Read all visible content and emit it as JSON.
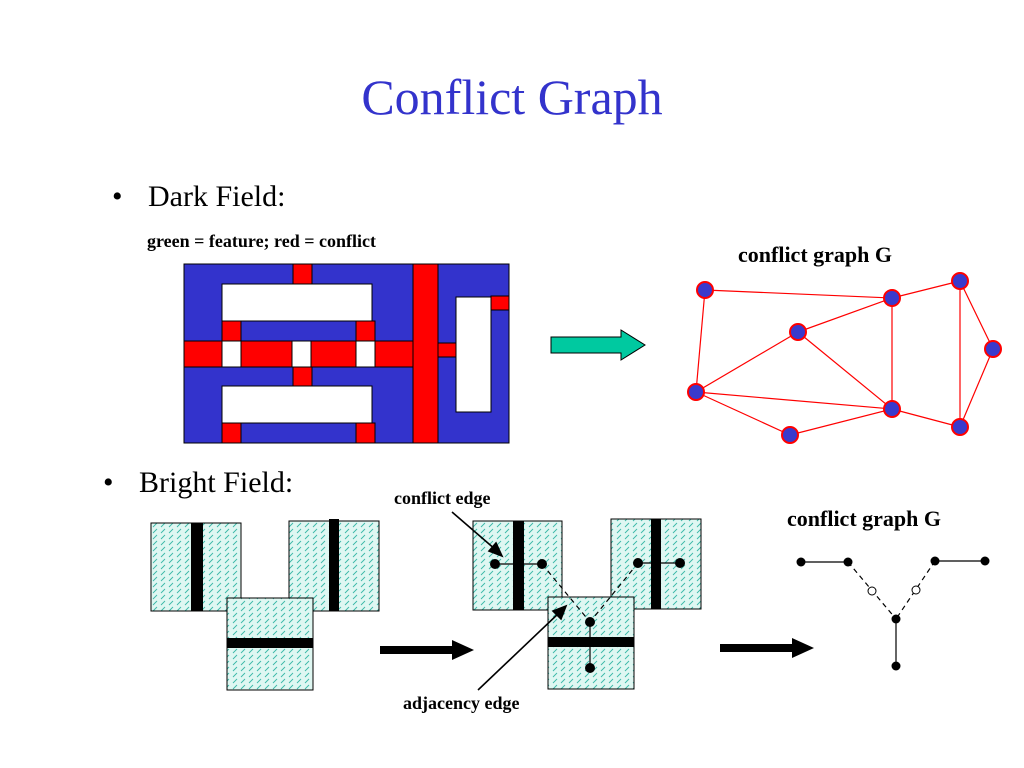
{
  "slide": {
    "title": "Conflict Graph",
    "bullet_symbol": "•",
    "dark_field": {
      "bullet": "Dark Field:",
      "caption": "green = feature; red = conflict",
      "graph_label": "conflict graph G"
    },
    "bright_field": {
      "bullet": "Bright Field:",
      "conflict_edge_label": "conflict edge",
      "adjacency_edge_label": "adjacency edge",
      "graph_label": "conflict graph G"
    }
  },
  "colors": {
    "title": "#3333cc",
    "feature_blue": "#3333cc",
    "conflict_red": "#ff0000",
    "arrow_green": "#00c9a0",
    "node_fill": "#3a3acc",
    "hatch_fill": "#dff7f2",
    "hatch_stroke": "#3ab8a8"
  }
}
